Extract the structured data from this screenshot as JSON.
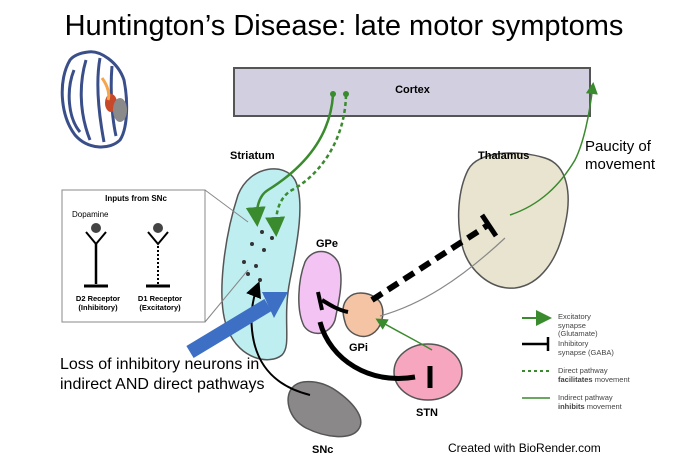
{
  "title": "Huntington’s Disease: late motor symptoms",
  "regions": {
    "cortex": "Cortex",
    "striatum": "Striatum",
    "thalamus": "Thalamus",
    "gpe": "GPe",
    "gpi": "GPi",
    "stn": "STN",
    "snc": "SNc"
  },
  "paucity": "Paucity of movement",
  "inset": {
    "title": "Inputs from SNc",
    "dopamine": "Dopamine",
    "d2_line1": "D2 Receptor",
    "d2_line2": "(Inhibitory)",
    "d1_line1": "D1 Receptor",
    "d1_line2": "(Excitatory)"
  },
  "annotation": "Loss of inhibitory neurons in indirect AND direct pathways",
  "legend": {
    "excitatory_1": "Excitatory",
    "excitatory_2": "synapse",
    "excitatory_3": "(Glutamate)",
    "inhibitory_1": "Inhibitory",
    "inhibitory_2": "synapse (GABA)",
    "direct_1": "Direct pathway",
    "direct_2a": "facilitates",
    "direct_2b": " movement",
    "indirect_1": "Indirect pathway",
    "indirect_2a": "inhibits",
    "indirect_2b": " movement"
  },
  "credit": "Created with BioRender.com",
  "colors": {
    "cortex_fill": "#d2cfe0",
    "striatum_fill": "#bfeef0",
    "thalamus_fill": "#e8e4cf",
    "gpe_fill": "#f3c4f3",
    "gpi_fill": "#f5c4a4",
    "stn_fill": "#f7a6bf",
    "snc_fill": "#8b8889",
    "green": "#3a8a2e",
    "blue_arrow": "#3d6fc4"
  }
}
